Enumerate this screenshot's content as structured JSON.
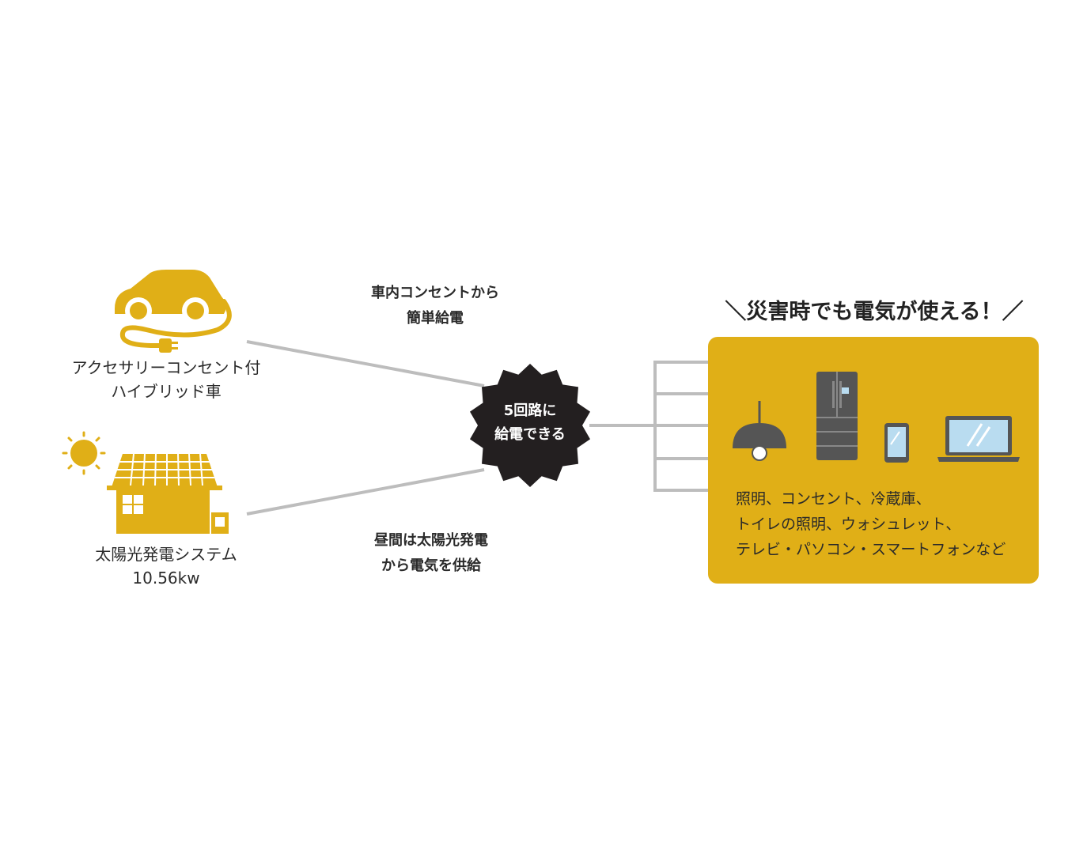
{
  "colors": {
    "accent": "#e0af17",
    "burst": "#231f20",
    "line": "#bdbdbd",
    "appliance": "#555555"
  },
  "sources": {
    "car": {
      "icon": "plug-in-hybrid-car-icon",
      "line1": "アクセサリーコンセント付",
      "line2": "ハイブリッド車"
    },
    "solar": {
      "icon": "solar-house-icon",
      "line1": "太陽光発電システム",
      "line2": "10.56kw"
    }
  },
  "connections": {
    "car_note": {
      "line1": "車内コンセントから",
      "line2": "簡単給電"
    },
    "solar_note": {
      "line1": "昼間は太陽光発電",
      "line2": "から電気を供給"
    }
  },
  "hub": {
    "line1": "5回路に",
    "line2": "給電できる"
  },
  "outputs": {
    "headline": "＼災害時でも電気が使える！／",
    "appliances": [
      "pendant-lamp-icon",
      "refrigerator-icon",
      "smartphone-icon",
      "laptop-icon"
    ],
    "line1": "照明、コンセント、冷蔵庫、",
    "line2": "トイレの照明、ウォシュレット、",
    "line3": "テレビ・パソコン・スマートフォンなど"
  }
}
